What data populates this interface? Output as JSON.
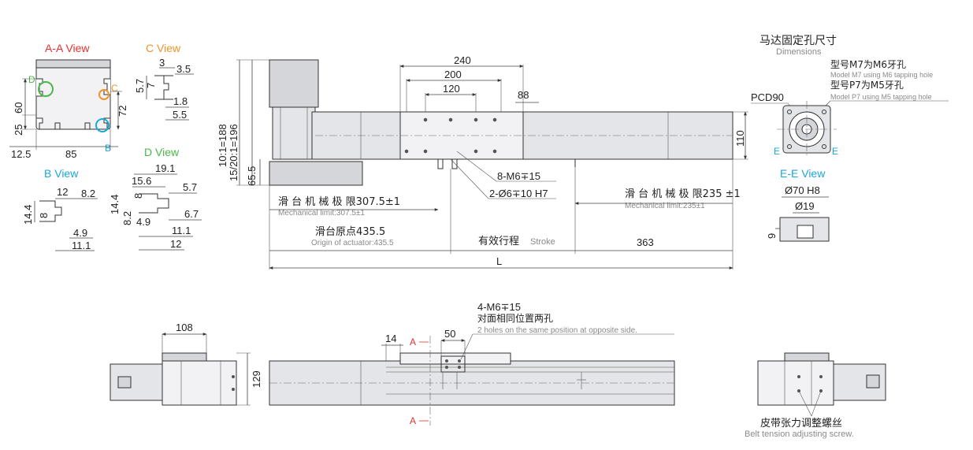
{
  "views": {
    "aa": {
      "title": "A-A View",
      "d_label": "D",
      "c_label": "C",
      "b_label": "B",
      "dim_60": "60",
      "dim_25": "25",
      "dim_72": "72",
      "dim_12_5": "12.5",
      "dim_85": "85"
    },
    "c": {
      "title": "C View",
      "dim_3": "3",
      "dim_3_5": "3.5",
      "dim_5_7": "5.7",
      "dim_7": "7",
      "dim_1_8": "1.8",
      "dim_5_5": "5.5"
    },
    "b": {
      "title": "B View",
      "dim_12": "12",
      "dim_8_2": "8.2",
      "dim_14_4": "14.4",
      "dim_8": "8",
      "dim_4_9": "4.9",
      "dim_11_1": "11.1"
    },
    "d": {
      "title": "D View",
      "dim_19_1": "19.1",
      "dim_15_6": "15.6",
      "dim_8": "8",
      "dim_5_7": "5.7",
      "dim_14_4": "14.4",
      "dim_8_2": "8.2",
      "dim_4_9": "4.9",
      "dim_6_7": "6.7",
      "dim_11_1": "11.1",
      "dim_12": "12"
    }
  },
  "main": {
    "dim_240": "240",
    "dim_200": "200",
    "dim_120": "120",
    "dim_88": "88",
    "dim_110": "110",
    "ratio_1": "10:1=188",
    "ratio_2": "15/20:1=196",
    "dim_65_5": "65.5",
    "hole_1": "8-M6∓15",
    "hole_2": "2-Ø6∓10 H7",
    "mech_left_cn": "滑 台 机 械 极 限307.5±1",
    "mech_left_en": "Mechanical limit:307.5±1",
    "mech_right_cn": "滑 台 机 械 极 限235 ±1",
    "mech_right_en": "Mechanical limit:235±1",
    "origin_cn": "滑台原点435.5",
    "origin_en": "Origin of actuator:435.5",
    "stroke_cn": "有效行程",
    "stroke_en": "Stroke",
    "dim_363": "363",
    "dim_L": "L"
  },
  "motor": {
    "title_cn": "马达固定孔尺寸",
    "title_en": "Dimensions",
    "m7_cn": "型号M7为M6牙孔",
    "m7_en": "Model M7 using M6 tapping hole",
    "p7_cn": "型号P7为M5牙孔",
    "p7_en": "Model P7 using M5 tapping hole",
    "pcd": "PCD90",
    "e_label": "E",
    "dim_110": "110"
  },
  "ee": {
    "title": "E-E View",
    "dim_70": "Ø70 H8",
    "dim_19": "Ø19",
    "dim_9": "9"
  },
  "bottom": {
    "dim_108": "108",
    "dim_129": "129",
    "dim_14": "14",
    "dim_50": "50",
    "a_label": "A",
    "hole_cn": "4-M6∓15",
    "hole_cn2": "对面相同位置两孔",
    "hole_en": "2 holes on the same position at opposite side.",
    "belt_cn": "皮带张力调整螺丝",
    "belt_en": "Belt tension adjusting screw."
  },
  "colors": {
    "red": "#e8312c",
    "orange": "#f0932b",
    "cyan": "#1ba7d9",
    "green": "#4bb84a"
  }
}
